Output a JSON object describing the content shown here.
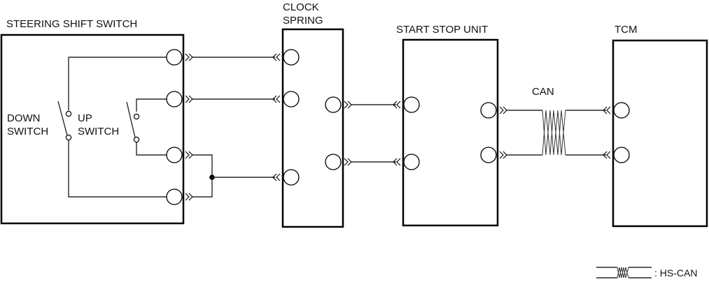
{
  "components": {
    "steering_shift_switch": {
      "label": "STEERING SHIFT SWITCH"
    },
    "clock_spring": {
      "label_line1": "CLOCK",
      "label_line2": "SPRING"
    },
    "start_stop_unit": {
      "label": "START STOP UNIT"
    },
    "tcm": {
      "label": "TCM"
    }
  },
  "switches": {
    "down": {
      "line1": "DOWN",
      "line2": "SWITCH"
    },
    "up": {
      "line1": "UP",
      "line2": "SWITCH"
    }
  },
  "bus": {
    "label": "CAN"
  },
  "legend": {
    "symbol": "twisted-pair",
    "text": ": HS-CAN"
  }
}
